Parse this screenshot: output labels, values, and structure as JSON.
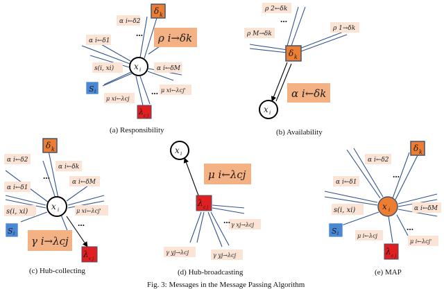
{
  "panels": {
    "a": {
      "caption": "(a) Responsibility",
      "x_i": "x",
      "x_i_sub": "i",
      "delta_k": "δ",
      "delta_k_sub": "k",
      "s_i": "S",
      "s_i_sub": "i",
      "lambda": "λ",
      "lambda_sub": "c j",
      "msg_alpha_d2": "α i←δ2",
      "msg_alpha_d1": "α i←δ1",
      "msg_alpha_dM": "α i←δM",
      "msg_s": "s(i, xi)",
      "msg_mu": "μ xi←λcj",
      "msg_mu_j": "μ xi←λcj'",
      "highlight": "ρ i→δk",
      "dots": "…"
    },
    "b": {
      "caption": "(b) Availability",
      "x_i": "x",
      "x_i_sub": "i",
      "delta_k": "δ",
      "delta_k_sub": "k",
      "msg_rho2": "ρ 2←δk",
      "msg_rho1": "ρ 1→δk",
      "msg_rhoM": "ρ M→δk",
      "highlight": "α i←δk",
      "dots": "…"
    },
    "c": {
      "caption": "(c) Hub-collecting",
      "x_i": "x",
      "x_i_sub": "i",
      "delta_k": "δ",
      "delta_k_sub": "k",
      "s_i": "S",
      "s_i_sub": "i",
      "lambda": "λ",
      "lambda_sub": "c j",
      "msg_alpha_d2": "α i←δ2",
      "msg_alpha_dk": "α i←δk",
      "msg_alpha_d1": "α i←δ1",
      "msg_alpha_dM": "α i←δM",
      "msg_s": "s(i, xi)",
      "msg_mu": "μ xi←λcj'",
      "highlight": "γ i→λcj",
      "dots": "…"
    },
    "d": {
      "caption": "(d) Hub-broadcasting",
      "x_i": "x",
      "x_i_sub": "i",
      "lambda": "λ",
      "lambda_sub": "c j",
      "highlight": "μ i←λcj",
      "msg_gx": "γ xj→λcj",
      "msg_gy": "γ yj→λcj",
      "msg_gy2": "γ yj→λcj",
      "dots": "…"
    },
    "e": {
      "caption": "(e) MAP",
      "x_i": "x",
      "x_i_sub": "i",
      "delta_k": "δ",
      "delta_k_sub": "k",
      "s_i": "S",
      "s_i_sub": "i",
      "lambda": "λ",
      "lambda_sub": "c j",
      "msg_alpha_d2": "α i←δ2",
      "msg_alpha_d1": "α i←δ1",
      "msg_alpha_dM": "α i←δM",
      "msg_s": "s(i, xi)",
      "msg_mu": "μ i←λcj",
      "msg_mu_j": "μ i←λcj'",
      "dots": "…"
    }
  },
  "figure_caption": "Fig. 3: Messages in the Message Passing Algorithm",
  "colors": {
    "peach": "#fbe4d5",
    "orange": "#f4b183",
    "node_orange": "#ed7d31",
    "node_red": "#e02020",
    "node_blue": "#4a88d4",
    "arrow": "#2f528f"
  }
}
